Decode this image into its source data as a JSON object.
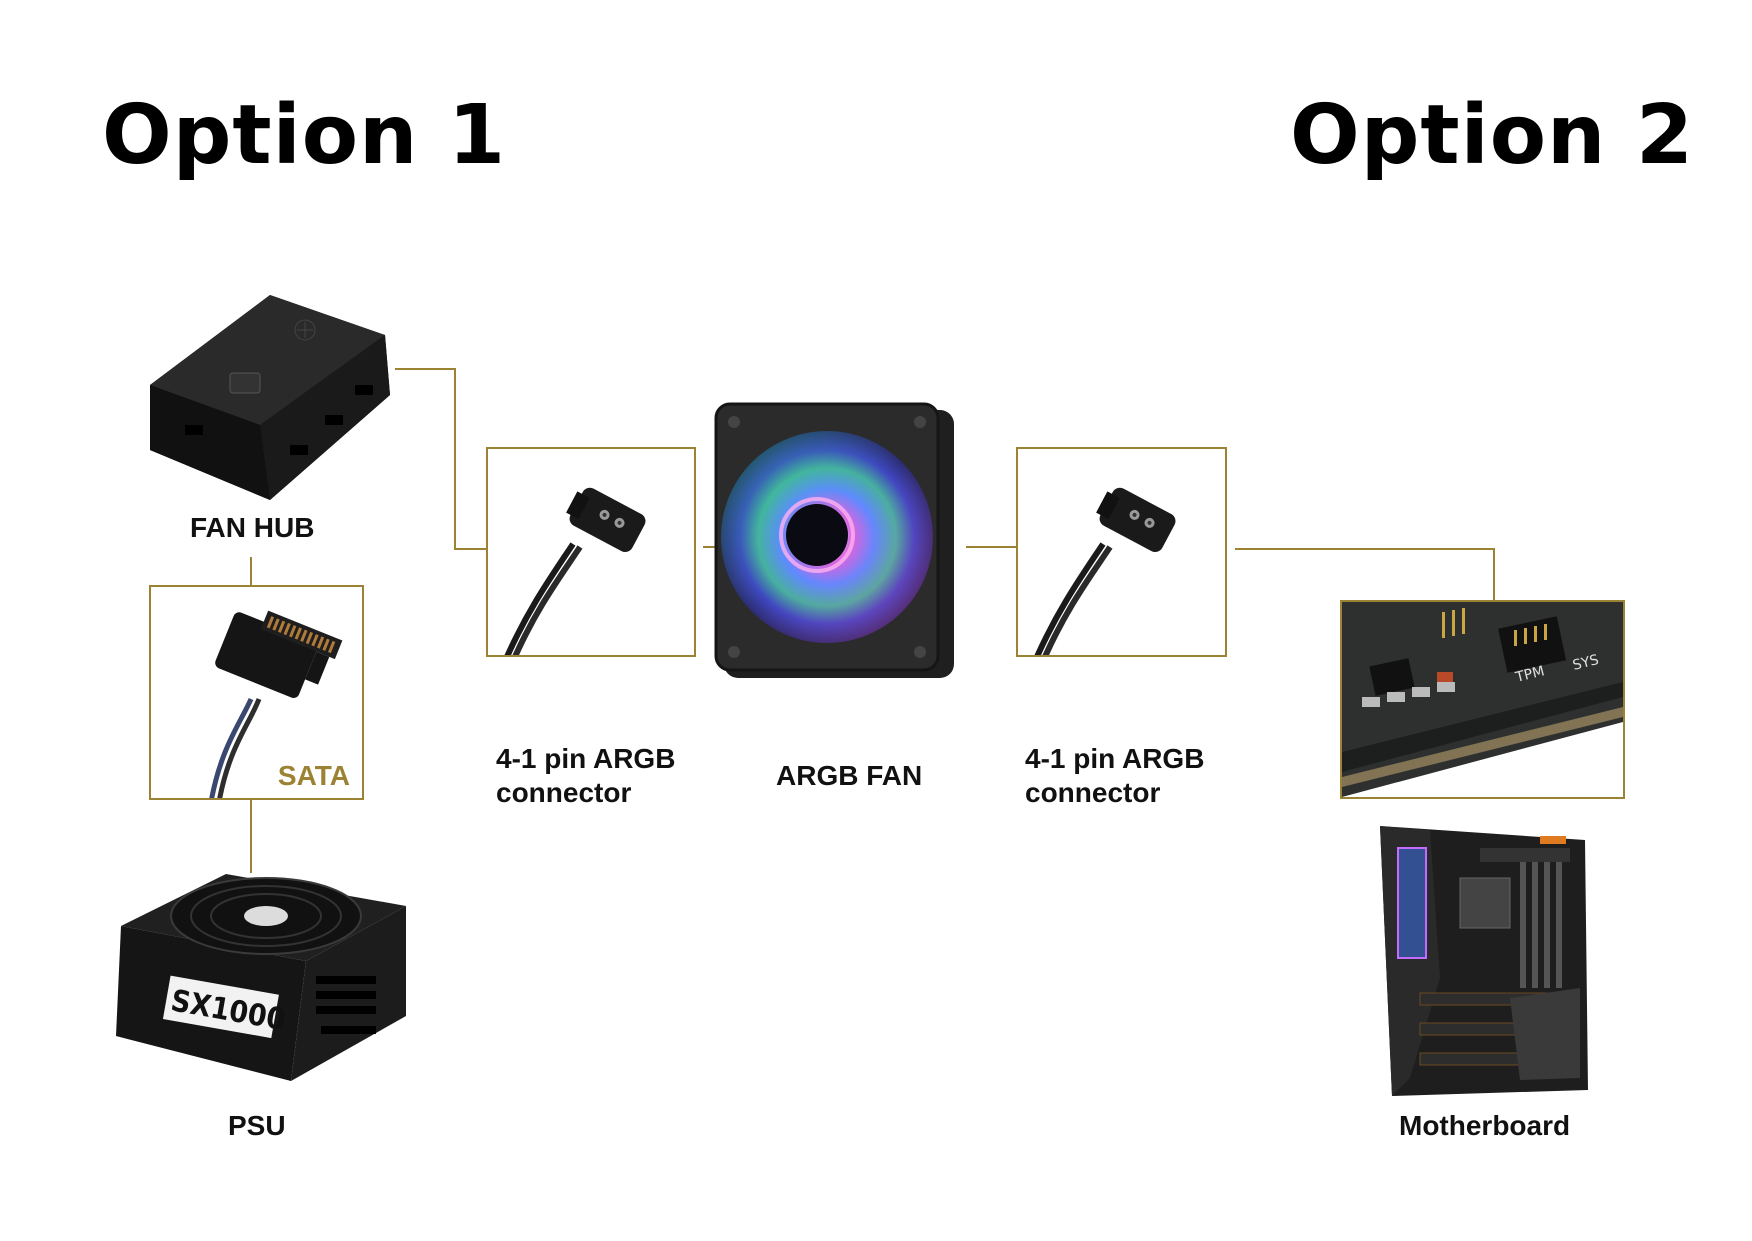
{
  "headings": {
    "option1": "Option 1",
    "option2": "Option 2"
  },
  "labels": {
    "fan_hub": "FAN HUB",
    "sata": "SATA",
    "psu": "PSU",
    "connector_left_line1": "4-1 pin ARGB",
    "connector_left_line2": "connector",
    "argb_fan": "ARGB FAN",
    "connector_right_line1": "4-1 pin ARGB",
    "connector_right_line2": "connector",
    "motherboard": "Motherboard"
  },
  "product_text": {
    "psu_model": "SX1000",
    "header_tpm": "TPM",
    "header_sys": "SYS"
  },
  "colors": {
    "connector_line": "#9c8233",
    "sata_text": "#9c8233",
    "device_body": "#1b1b1b"
  }
}
